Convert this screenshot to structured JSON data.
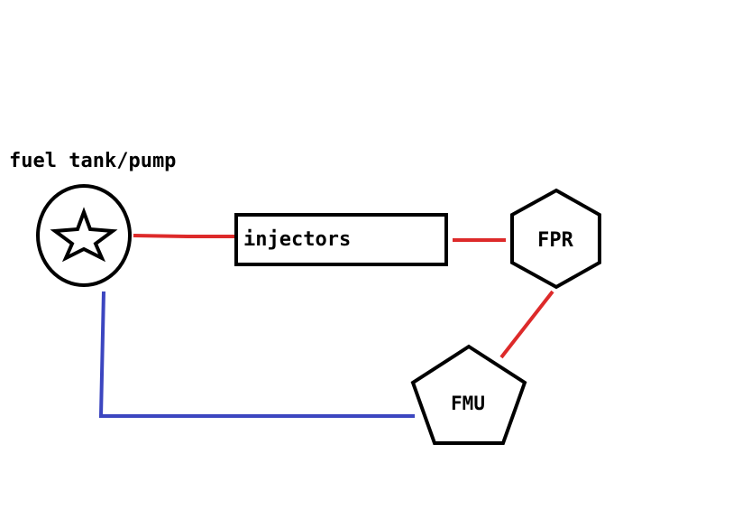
{
  "labels": {
    "tank": "fuel tank/pump",
    "injectors": "injectors",
    "fpr": "FPR",
    "fmu": "FMU"
  },
  "colors": {
    "outline": "#000000",
    "pressure_line": "#dd2a2a",
    "return_line": "#3c46c0",
    "background": "#ffffff"
  },
  "icons": {
    "tank": "star-icon"
  }
}
